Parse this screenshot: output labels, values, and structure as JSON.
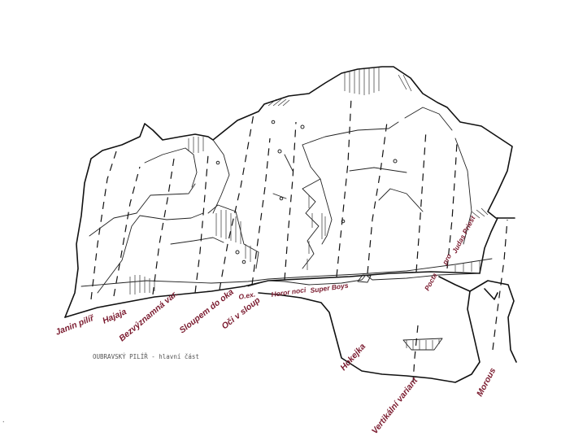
{
  "caption": "OUBRAVSKÝ PILÍŘ - hlavní část",
  "routes": [
    "Janin pilíř",
    "Hajaja",
    "Bezvýznamná var.",
    "Sloupem do oka",
    "Oči v sloup",
    "O.ex.",
    "Horor noci",
    "Super Boys",
    "Hokejka",
    "Vertikální variant",
    "Morous",
    "Pocta",
    "pro",
    "Judas Priest"
  ],
  "colors": {
    "label": "#7a1a2e",
    "ink": "#111111",
    "background": "#ffffff"
  }
}
